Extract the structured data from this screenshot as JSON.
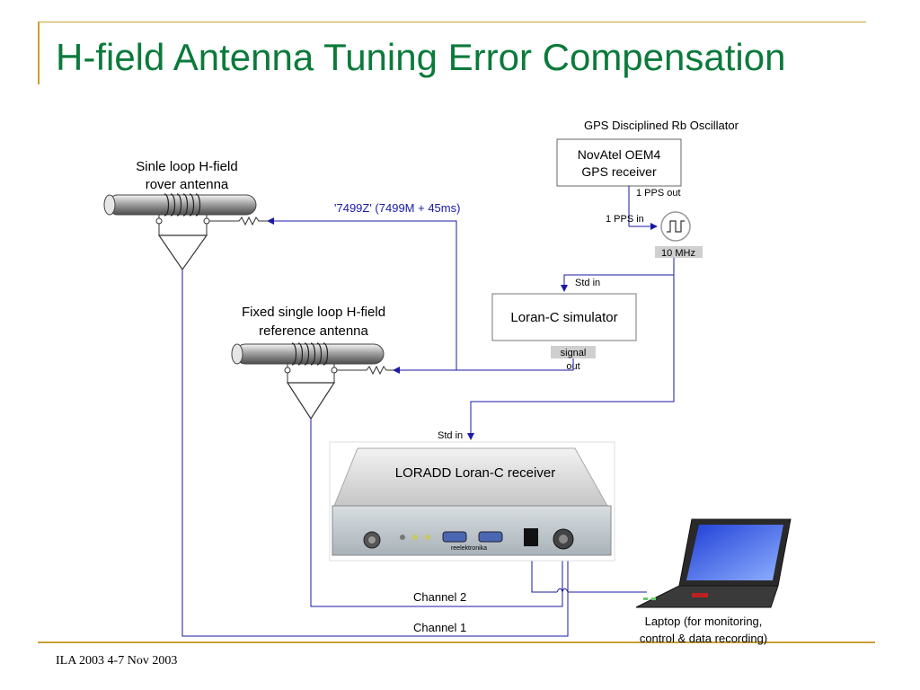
{
  "slide": {
    "title": "H-field Antenna Tuning Error Compensation",
    "footer": "ILA 2003  4-7 Nov 2003"
  },
  "labels": {
    "gps_header": "GPS Disciplined Rb Oscillator",
    "novatel_line1": "NovAtel OEM4",
    "novatel_line2": "GPS receiver",
    "pps_out": "1 PPS out",
    "pps_in": "1 PPS in",
    "ten_mhz": "10 MHz",
    "std_in_sim": "Std in",
    "simulator": "Loran-C simulator",
    "signal_out_line1": "signal",
    "signal_out_line2": "out",
    "rover_line1": "Sinle loop H-field",
    "rover_line2": "rover antenna",
    "delay": "'7499Z' (7499M + 45ms)",
    "reference_line1": "Fixed single loop H-field",
    "reference_line2": "reference antenna",
    "std_in_rx": "Std in",
    "receiver": "LORADD Loran-C receiver",
    "receiver_brand": "reelektronika",
    "channel2": "Channel 2",
    "channel1": "Channel 1",
    "laptop_line1": "Laptop (for monitoring,",
    "laptop_line2": "control & data recording)"
  },
  "colors": {
    "title": "#0b7a3b",
    "accent_line": "#c8a233",
    "signal_line": "#1a1aa6"
  }
}
